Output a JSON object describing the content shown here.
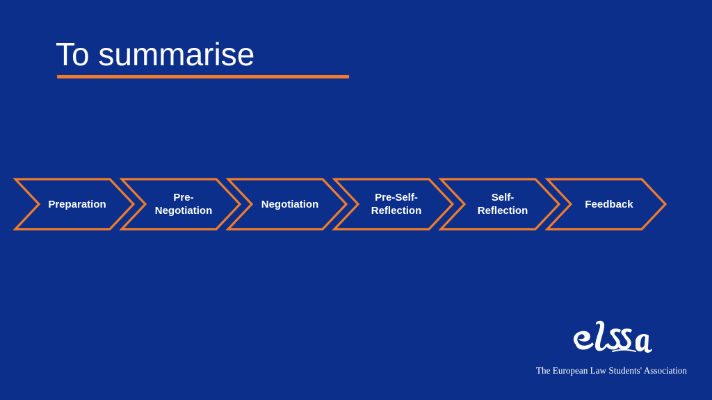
{
  "slide": {
    "title": "To summarise",
    "colors": {
      "background": "#0b2f8a",
      "accent": "#f07c2c",
      "text": "#ffffff",
      "shape_fill": "#0b2f8a"
    }
  },
  "process": {
    "steps": [
      {
        "id": "preparation",
        "lines": [
          "Preparation"
        ]
      },
      {
        "id": "pre-negotiation",
        "lines": [
          "Pre-",
          "Negotiation"
        ]
      },
      {
        "id": "negotiation",
        "lines": [
          "Negotiation"
        ]
      },
      {
        "id": "pre-self-reflection",
        "lines": [
          "Pre-Self-",
          "Reflection"
        ]
      },
      {
        "id": "self-reflection",
        "lines": [
          "Self-",
          "Reflection"
        ]
      },
      {
        "id": "feedback",
        "lines": [
          "Feedback"
        ]
      }
    ]
  },
  "logo": {
    "wordmark": "elsa",
    "caption": "The European Law Students' Association",
    "icon": "elsa-logo-icon"
  }
}
